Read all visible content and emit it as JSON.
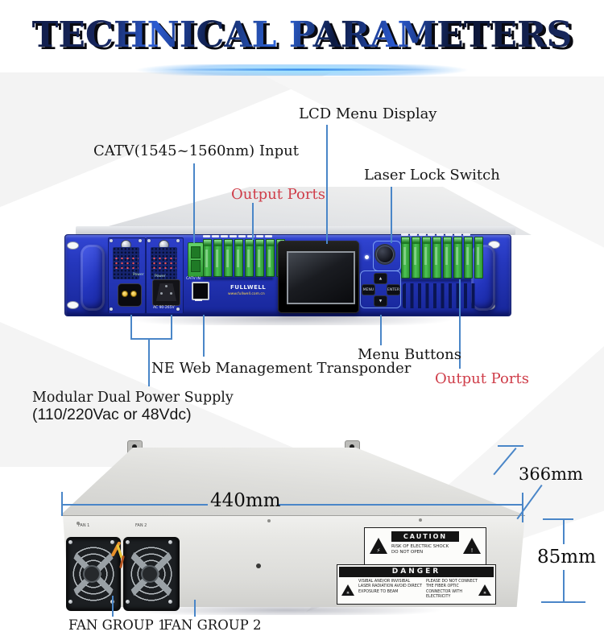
{
  "title": "TECHNICAL PARAMETERS",
  "labels": {
    "lcd_display": "LCD Menu Display",
    "catv_input": "CATV(1545~1560nm) Input",
    "laser_lock": "Laser Lock Switch",
    "output_ports_left": "Output Ports",
    "output_ports_right": "Output Ports",
    "menu_buttons": "Menu Buttons",
    "ne_transponder": "NE Web Management Transponder",
    "psu_line1": "Modular Dual Power Supply",
    "psu_line2": "(110/220Vac or 48Vdc)",
    "fan_group_1": "FAN GROUP 1",
    "fan_group_2": "FAN GROUP 2"
  },
  "front_panel": {
    "brand": "FULLWELL",
    "website": "www.fullwell.com.cn",
    "catv_port": "CATV IN",
    "psu1_power": "Power",
    "psu2_power": "Power",
    "psu2_rating": "AC 90-265V",
    "menu_btn": "MENU",
    "enter_btn": "ENTER",
    "up_btn": "▲",
    "down_btn": "▼"
  },
  "rear_panel": {
    "fan1": "FAN 1",
    "fan2": "FAN 2",
    "caution_title": "CAUTION",
    "caution_line1": "RISK OF ELECTRIC SHOCK",
    "caution_line2": "DO NOT OPEN",
    "danger_title": "DANGER",
    "danger_left": "VISIBAL AND/OR INVISIBAL LASER RADIATION AVOID DIRECT EXPOSURE TO BEAM",
    "danger_right": "PLEASE DO NOT CONNECT THE FIBER OPTIC CONNECTOR WITH ELECTRICITY"
  },
  "dimensions": {
    "width": "440mm",
    "depth": "366mm",
    "height": "85mm"
  },
  "colors": {
    "leader_blue": "#4a86c8",
    "label_red": "#cf3d49",
    "panel_blue": "#2335bc",
    "port_green": "#3fae46",
    "title_navy": "#16265c"
  }
}
